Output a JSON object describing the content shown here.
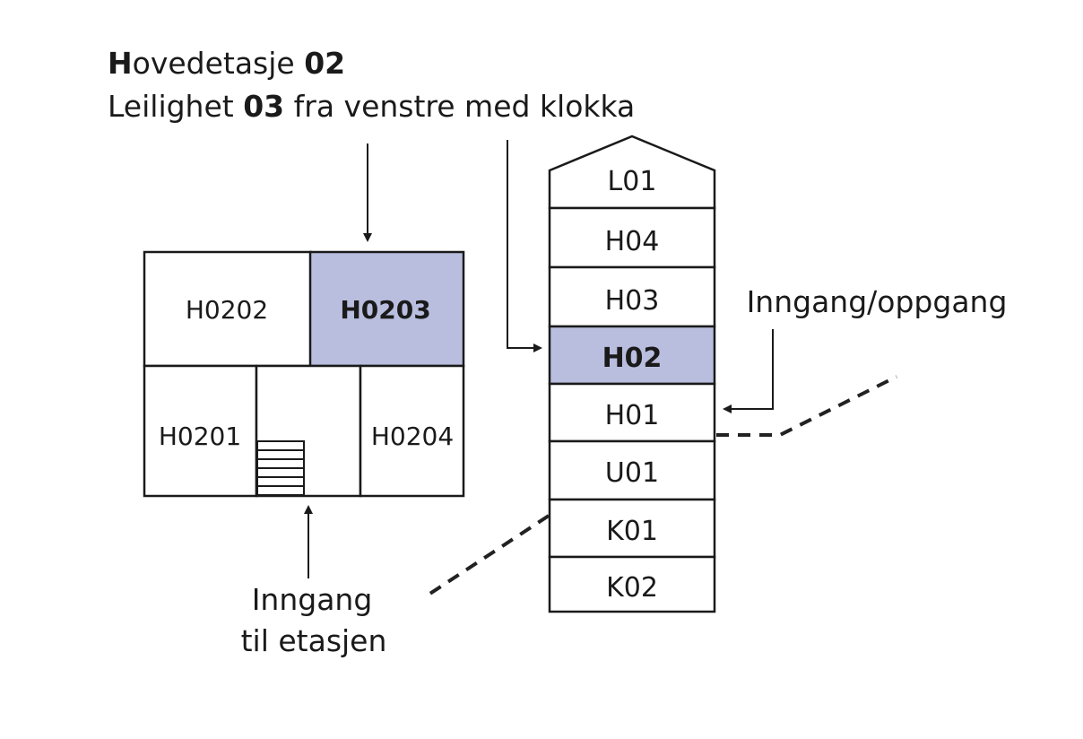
{
  "heading": {
    "line1_prefix": "H",
    "line1_rest": "ovedetasje ",
    "line1_num": "02",
    "line2_prefix": "Leilighet ",
    "line2_num": "03",
    "line2_rest": " fra venstre med klokka"
  },
  "floor_plan": {
    "units": [
      {
        "id": "H0202",
        "highlighted": false
      },
      {
        "id": "H0203",
        "highlighted": true
      },
      {
        "id": "H0201",
        "highlighted": false
      },
      {
        "id": "H0204",
        "highlighted": false
      }
    ],
    "entrance_label_line1": "Inngang",
    "entrance_label_line2": "til etasjen"
  },
  "building": {
    "floors": [
      {
        "id": "L01",
        "highlighted": false
      },
      {
        "id": "H04",
        "highlighted": false
      },
      {
        "id": "H03",
        "highlighted": false
      },
      {
        "id": "H02",
        "highlighted": true
      },
      {
        "id": "H01",
        "highlighted": false
      },
      {
        "id": "U01",
        "highlighted": false
      },
      {
        "id": "K01",
        "highlighted": false
      },
      {
        "id": "K02",
        "highlighted": false
      }
    ],
    "entrance_label": "Inngang/oppgang"
  },
  "colors": {
    "highlight": "#b9bedf",
    "stroke": "#1a1a1a"
  }
}
